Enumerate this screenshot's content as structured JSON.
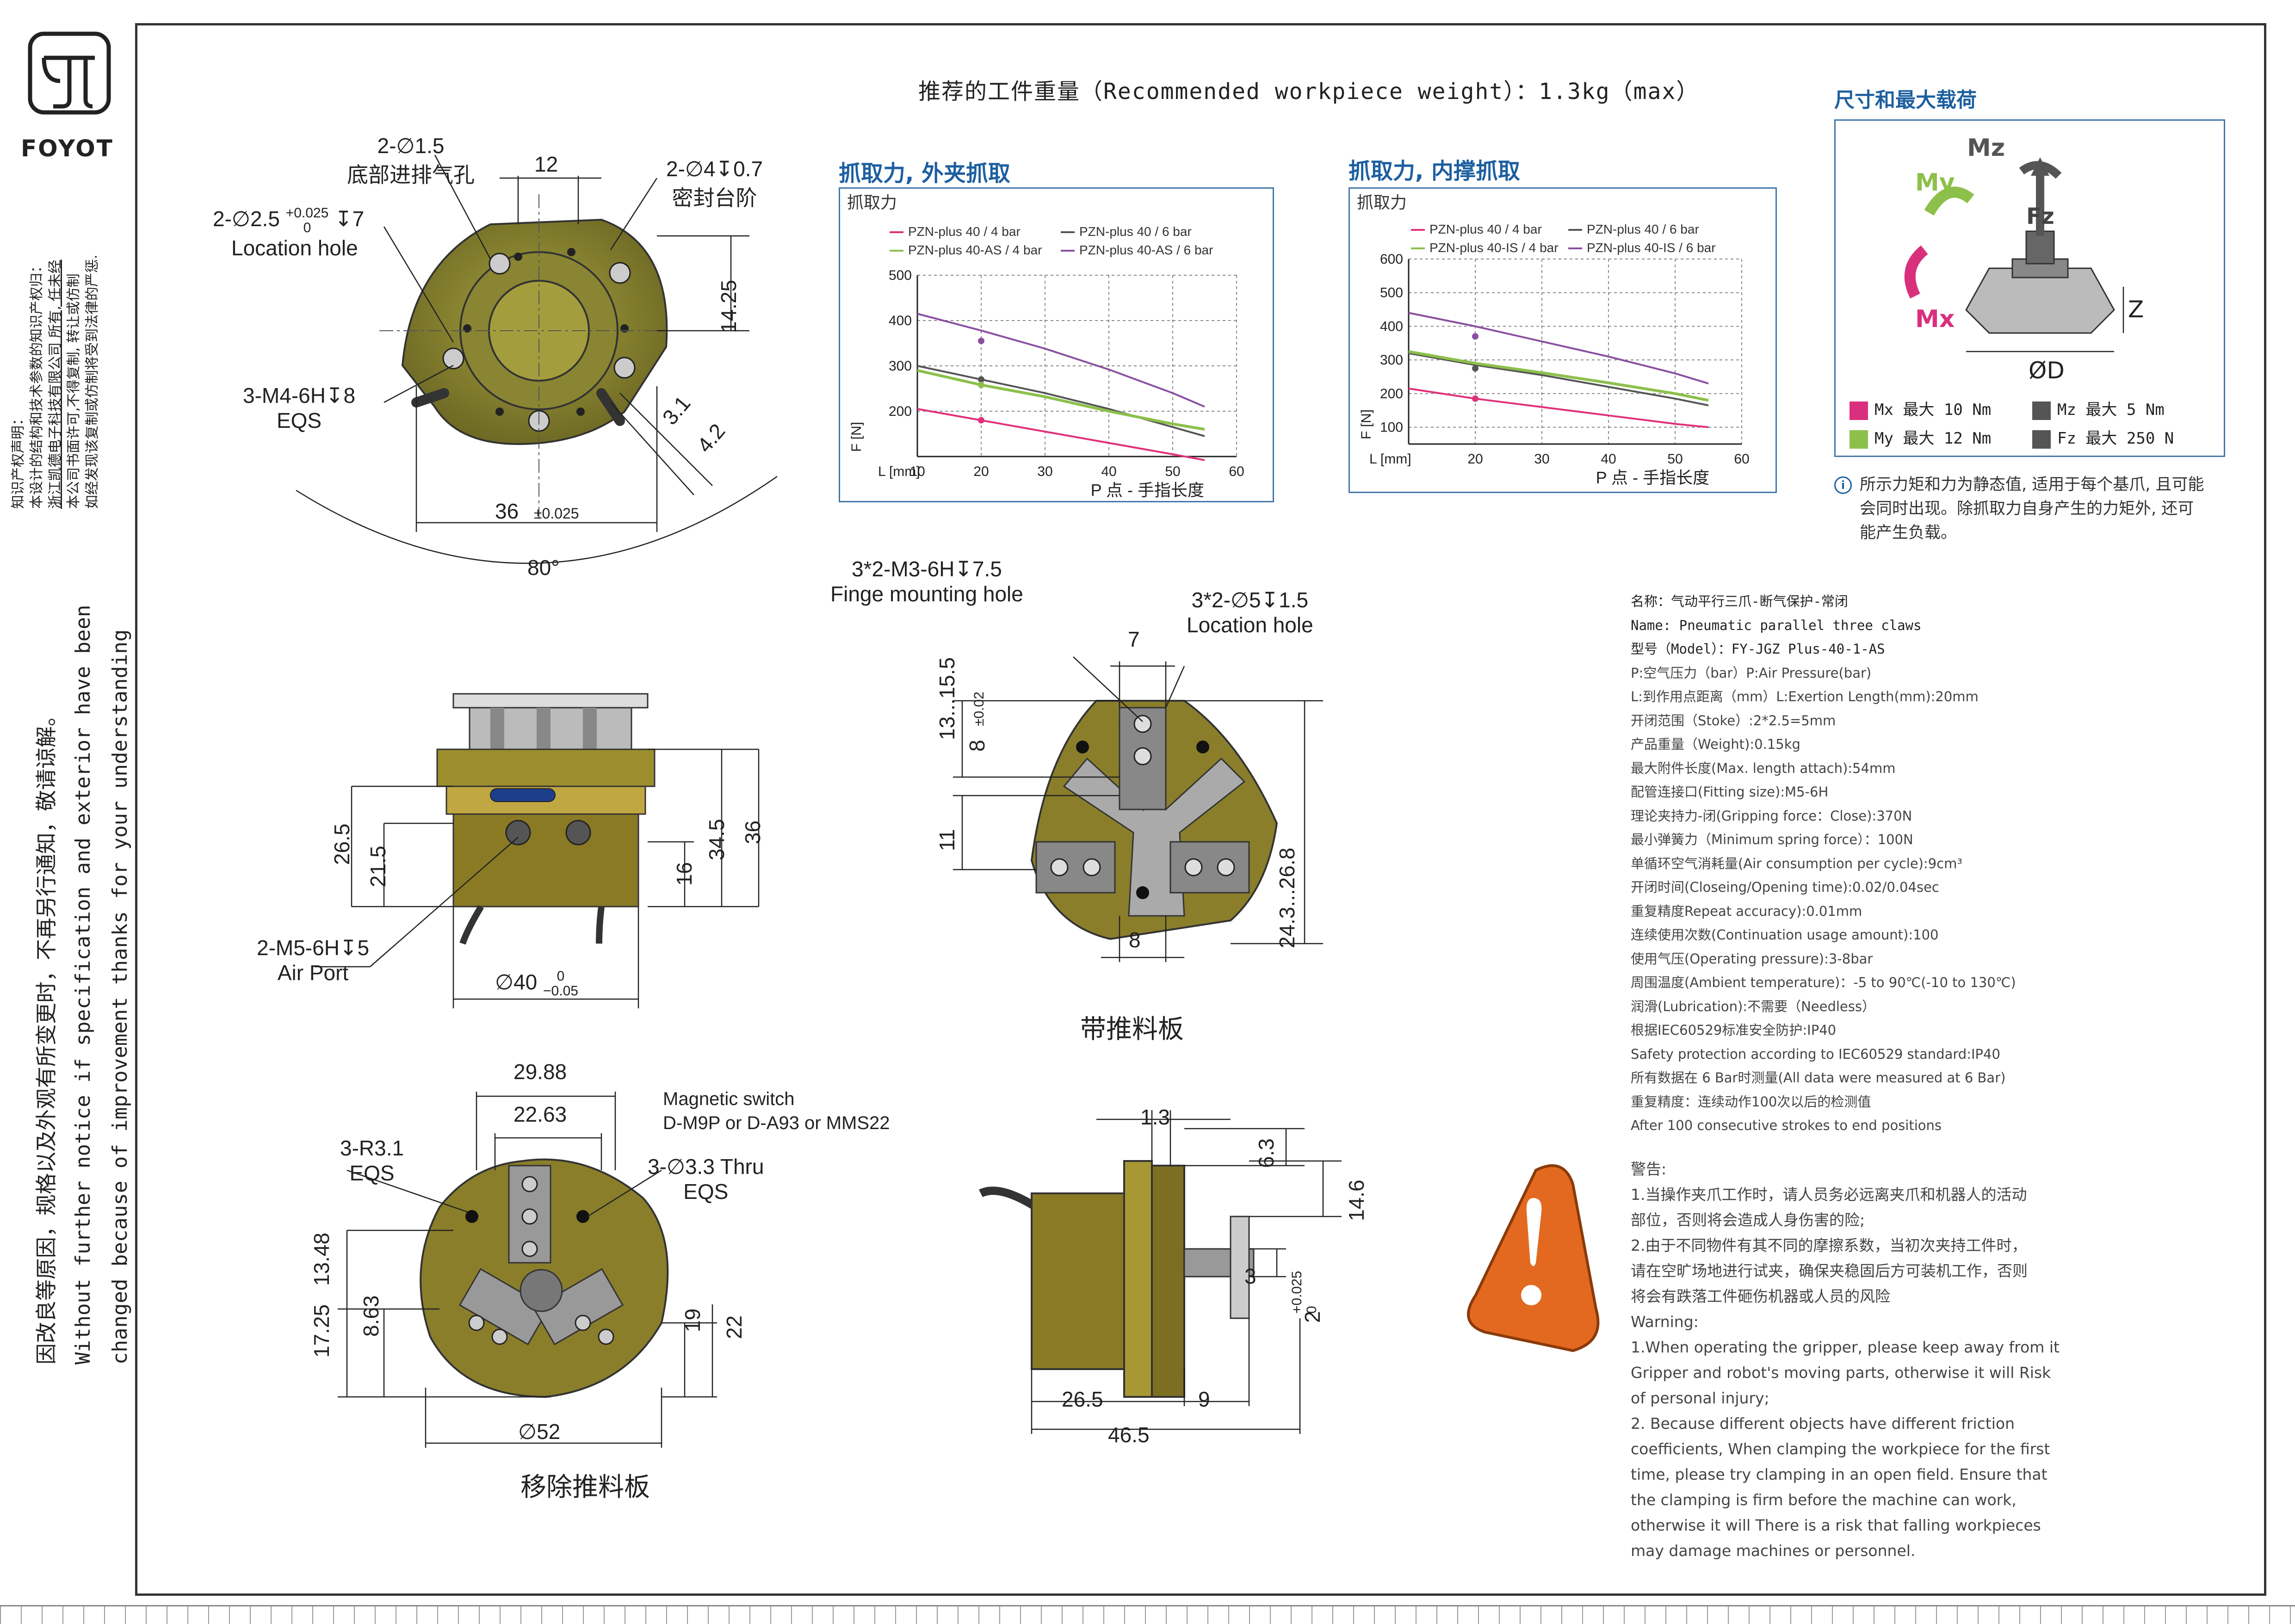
{
  "brand": {
    "name": "FOYOT"
  },
  "header": {
    "title": "推荐的工件重量（Recommended workpiece weight）：1.3kg（max）"
  },
  "side_notes": {
    "ip_title": "知识产权声明：",
    "ip_lines": [
      "本设计的结构和技术参数的知识产权归：",
      "浙江凯德电子科技有限公司 所有, 任未经",
      "本公司书面许可,不得复制, 转让或仿制",
      "如经发现该复制或仿制将受到法律的严惩."
    ],
    "notice_cn": "因改良等原因，规格以及外观有所变更时，不再另行通知，敬请谅解。",
    "notice_en1": "Without further  notice if specification and exterior have been",
    "notice_en2": "changed because of improvement thanks for your understanding"
  },
  "drawing": {
    "top_view": {
      "dims": [
        "2-∅1.5",
        "底部进排气孔",
        "12",
        "2-∅4↧0.7",
        "密封台阶",
        "2-∅2.5",
        "+0.025",
        "0",
        "↧7",
        "Location hole",
        "14.25",
        "3-M4-6H↧8",
        "EQS",
        "3.1",
        "4.2",
        "36",
        "±0.025",
        "80°"
      ]
    },
    "side_view": {
      "dims": [
        "26.5",
        "21.5",
        "34.5",
        "36",
        "16",
        "2-M5-6H↧5",
        "Air Port",
        "∅40",
        "0",
        "−0.05"
      ]
    },
    "bottom_view": {
      "dims": [
        "29.88",
        "22.63",
        "Magnetic switch",
        "D-M9P or D-A93 or MMS22",
        "3-R3.1",
        "EQS",
        "3-∅3.3 Thru",
        "EQS",
        "13.48",
        "17.25",
        "8.63",
        "19",
        "22",
        "∅52"
      ],
      "caption": "移除推料板"
    },
    "front_view": {
      "dims": [
        "3*2-M3-6H↧7.5",
        "Finge mounting hole",
        "3*2-∅5↧1.5",
        "Location hole",
        "7",
        "13...15.5",
        "±0.02",
        "8",
        "11",
        "24.3...26.8",
        "8"
      ],
      "caption": "带推料板"
    },
    "profile_view": {
      "dims": [
        "1.3",
        "6.3",
        "14.6",
        "3",
        "+0.025",
        "0",
        "2",
        "26.5",
        "9",
        "46.5"
      ]
    }
  },
  "chart_data": [
    {
      "type": "line",
      "title": "抓取力, 外夹抓取",
      "ylabel": "F [N]",
      "corner_label": "抓取力",
      "xlabel": "P 点 - 手指长度",
      "x_axis_label": "L [mm]",
      "x": [
        10,
        20,
        30,
        40,
        50,
        60
      ],
      "ylim": [
        100,
        500
      ],
      "xlim": [
        10,
        60
      ],
      "yticks": [
        200,
        300,
        400,
        500
      ],
      "xticks": [
        10,
        20,
        30,
        40,
        50,
        60
      ],
      "grid": true,
      "legend_position": "top",
      "series": [
        {
          "name": "PZN-plus 40 / 4 bar",
          "color": "#e0307a",
          "x": [
            10,
            20,
            30,
            40,
            50,
            55
          ],
          "values": [
            205,
            180,
            155,
            130,
            105,
            92
          ]
        },
        {
          "name": "PZN-plus 40 / 6 bar",
          "color": "#555555",
          "x": [
            10,
            20,
            30,
            40,
            50,
            55
          ],
          "values": [
            300,
            270,
            240,
            205,
            165,
            145
          ]
        },
        {
          "name": "PZN-plus 40-AS / 4 bar",
          "color": "#8cc04b",
          "x": [
            10,
            20,
            30,
            40,
            50,
            55
          ],
          "values": [
            290,
            258,
            232,
            200,
            172,
            160
          ]
        },
        {
          "name": "PZN-plus 40-AS / 6 bar",
          "color": "#8a4fa0",
          "x": [
            10,
            20,
            30,
            40,
            50,
            55
          ],
          "values": [
            415,
            378,
            338,
            292,
            240,
            210
          ]
        }
      ],
      "markers": [
        {
          "series": 0,
          "x": 20,
          "y": 180
        },
        {
          "series": 1,
          "x": 20,
          "y": 270
        },
        {
          "series": 2,
          "x": 20,
          "y": 258
        },
        {
          "series": 3,
          "x": 20,
          "y": 355
        }
      ]
    },
    {
      "type": "line",
      "title": "抓取力, 内撑抓取",
      "ylabel": "F [N]",
      "corner_label": "抓取力",
      "xlabel": "P 点 - 手指长度",
      "x_axis_label": "L [mm]",
      "x": [
        10,
        20,
        30,
        40,
        50,
        60
      ],
      "ylim": [
        50,
        600
      ],
      "xlim": [
        10,
        60
      ],
      "yticks": [
        100,
        200,
        300,
        400,
        500,
        600
      ],
      "xticks": [
        20,
        30,
        40,
        50,
        60
      ],
      "grid": true,
      "legend_position": "top",
      "series": [
        {
          "name": "PZN-plus 40 / 4 bar",
          "color": "#e0307a",
          "x": [
            10,
            20,
            30,
            40,
            50,
            55
          ],
          "values": [
            215,
            185,
            160,
            135,
            110,
            100
          ]
        },
        {
          "name": "PZN-plus 40 / 6 bar",
          "color": "#555555",
          "x": [
            10,
            20,
            30,
            40,
            50,
            55
          ],
          "values": [
            320,
            285,
            255,
            220,
            185,
            165
          ]
        },
        {
          "name": "PZN-plus 40-IS / 4 bar",
          "color": "#8cc04b",
          "x": [
            10,
            20,
            30,
            40,
            50,
            55
          ],
          "values": [
            325,
            290,
            262,
            232,
            200,
            180
          ]
        },
        {
          "name": "PZN-plus 40-IS / 6 bar",
          "color": "#8a4fa0",
          "x": [
            10,
            20,
            30,
            40,
            50,
            55
          ],
          "values": [
            440,
            400,
            355,
            310,
            260,
            230
          ]
        }
      ],
      "markers": [
        {
          "series": 0,
          "x": 20,
          "y": 185
        },
        {
          "series": 1,
          "x": 20,
          "y": 275
        },
        {
          "series": 3,
          "x": 20,
          "y": 370
        }
      ]
    }
  ],
  "loads": {
    "title": "尺寸和最大载荷",
    "items": [
      {
        "label": "Mx  最大  10  Nm",
        "color": "#d9307e"
      },
      {
        "label": "Mz  最大  5  Nm",
        "color": "#555555"
      },
      {
        "label": "My  最大  12  Nm",
        "color": "#8cc04b"
      },
      {
        "label": "Fz  最大  250  N",
        "color": "#555555"
      }
    ],
    "diagram_labels": [
      "Mz",
      "My",
      "Fz",
      "Mx",
      "Z",
      "ØD"
    ],
    "note_lines": [
      "所示力矩和力为静态值, 适用于每个基爪, 且可能",
      "会同时出现。除抓取力自身产生的力矩外, 还可",
      "能产生负载。"
    ]
  },
  "specs": [
    "名称：气动平行三爪-断气保护-常闭",
    "Name: Pneumatic parallel three claws",
    "型号（Model）：FY-JGZ Plus-40-1-AS",
    "P:空气压力（bar）P:Air Pressure(bar)",
    "L:到作用点距离（mm）L:Exertion Length(mm):20mm",
    "开闭范围（Stoke）:2*2.5=5mm",
    "产品重量（Weight):0.15kg",
    "最大附件长度(Max. length attach):54mm",
    "配管连接口(Fitting size):M5-6H",
    "理论夹持力-闭(Gripping force：Close):370N",
    "最小弹簧力（Minimum spring force）：100N",
    "单循环空气消耗量(Air consumption per cycle):9cm³",
    "开闭时间(Closeing/Opening time):0.02/0.04sec",
    "重复精度Repeat accuracy):0.01mm",
    "连续使用次数(Continuation usage amount):100",
    "使用气压(Operating pressure):3-8bar",
    "周围温度(Ambient temperature)：-5 to 90℃(-10 to 130℃)",
    "润滑(Lubrication):不需要（Needless）",
    "根据IEC60529标准安全防护:IP40",
    "Safety protection according to IEC60529 standard:IP40",
    "所有数据在 6 Bar时测量(All data were measured at  6 Bar)",
    "重复精度：连续动作100次以后的检测值",
    "After 100 consecutive strokes to end positions"
  ],
  "warnings": {
    "title": "警告:",
    "cn": [
      "1.当操作夹爪工作时，请人员务必远离夹爪和机器人的活动",
      "部位，否则将会造成人身伤害的险;",
      "2.由于不同物件有其不同的摩擦系数，当初次夹持工件时，",
      "请在空旷场地进行试夹，确保夹稳固后方可装机工作，否则",
      "将会有跌落工件砸伤机器或人员的风险"
    ],
    "en_title": "Warning:",
    "en": [
      "1.When operating the gripper, please keep away from it",
      "Gripper and robot's moving parts, otherwise it will Risk",
      "of personal injury;",
      "2. Because different objects have different friction",
      "coefficients, When clamping the workpiece for the first",
      "time, please try clamping in an open field. Ensure that",
      "the clamping is firm before the machine can work,",
      "otherwise it will There is a risk that falling workpieces",
      "may damage machines or personnel."
    ]
  }
}
